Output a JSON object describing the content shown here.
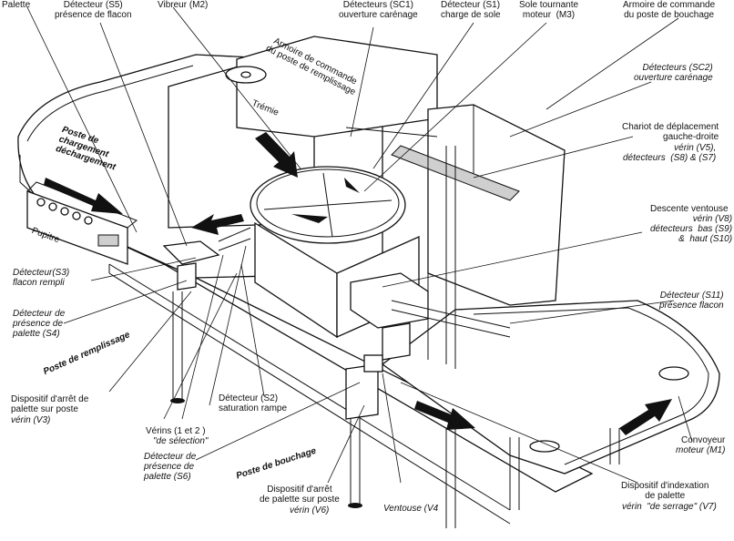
{
  "labels": {
    "palette": "Palette",
    "det_s5": "Détecteur (S5)\nprésence de flacon",
    "vibreur": "Vibreur (M2)",
    "armoire_remp": "Armoire de commande\ndu poste de remplissage",
    "det_sc1": "Détecteurs (SC1)\nouverture carénage",
    "det_s1": "Détecteur (S1)\ncharge de sole",
    "sole": "Sole tournante\nmoteur  (M3)",
    "armoire_bouch": "Armoire de commande\ndu poste de bouchage",
    "det_sc2": "Détecteurs (SC2)\nouverture carénage",
    "tremie": "Trémie",
    "chariot_1": "Chariot de déplacement\ngauche-droite",
    "chariot_2": "vérin (V5),\ndétecteurs  (S8) & (S7)",
    "descente_1": "Descente ventouse",
    "descente_2": "vérin (V8)\ndétecteurs  bas (S9)\n&  haut (S10)",
    "poste_charg": "Poste de\nchargement\ndéchargement",
    "pupitre": "Pupitre",
    "det_s3": "Détecteur(S3)\nflacon rempli",
    "det_s4": "Détecteur de\nprésence de\npalette (S4)",
    "poste_remp": "Poste de remplissage",
    "det_s11": "Détecteur (S11)\nprésence flacon",
    "dispositif_v3_1": "Dispositif d'arrêt de\npalette sur poste",
    "dispositif_v3_2": "vérin (V3)",
    "verins_1": "Vérins (1 et 2 )",
    "verins_2": "\"de sélection\"",
    "det_s2": "Détecteur (S2)\nsaturation rampe",
    "convoyeur_1": "Convoyeur",
    "convoyeur_2": "moteur (M1)",
    "det_s6": "Détecteur de\nprésence de\npalette (S6)",
    "poste_bouch": "Poste de bouchage",
    "dispositif_v6_1": "Dispositif d'arrêt\nde palette sur poste",
    "dispositif_v6_2": "vérin (V6)",
    "ventouse": "Ventouse (V4",
    "index_1": "Dispositif d'indexation\nde palette",
    "index_2": "vérin  \"de serrage\" (V7)"
  }
}
